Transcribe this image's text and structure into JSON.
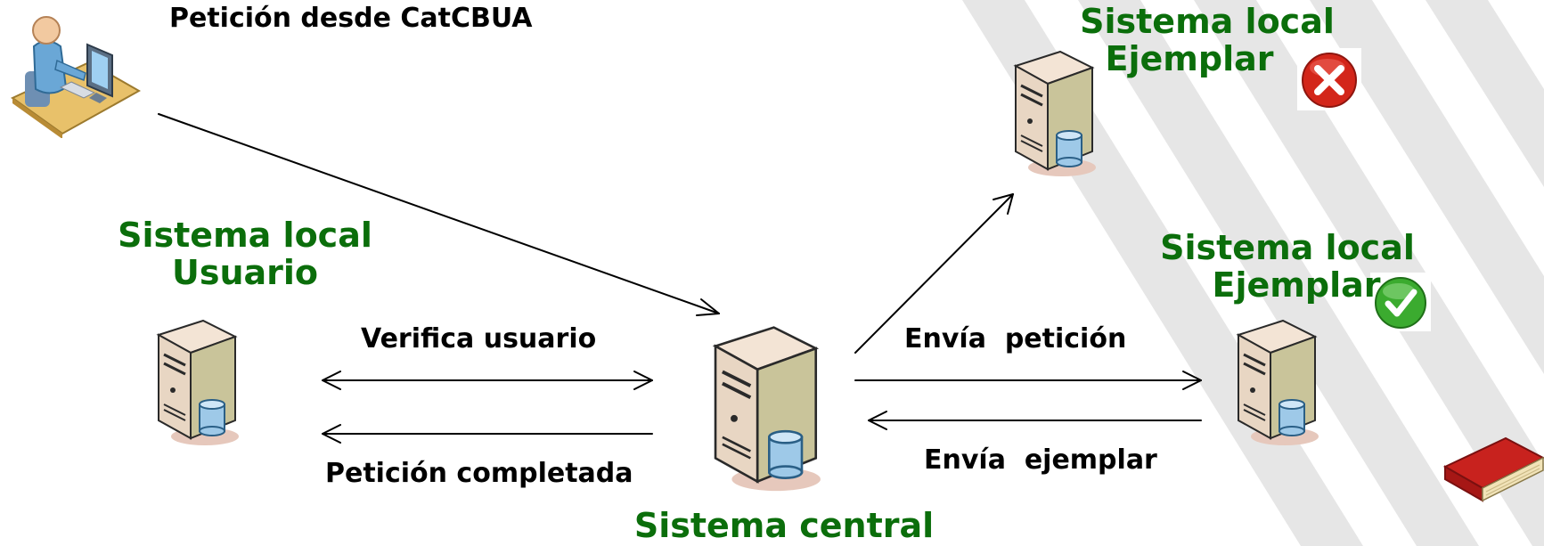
{
  "colors": {
    "green_label": "#0b6e0b",
    "stripe": "#e6e6e6",
    "arrow": "#000000",
    "error_badge": "#d3261a",
    "ok_badge": "#3bab2f",
    "book": "#c8221e"
  },
  "icons": {
    "user_workstation": "person-at-computer-icon",
    "server": "server-with-database-icon",
    "error_badge": "red-x-icon",
    "ok_badge": "green-check-icon",
    "book": "red-book-icon"
  },
  "labels": {
    "request_origin": "Petición desde CatCBUA",
    "user_system_line1": "Sistema local",
    "user_system_line2": "Usuario",
    "central_system": "Sistema central",
    "item_system_a_line1": "Sistema local",
    "item_system_a_line2": "Ejemplar",
    "item_system_b_line1": "Sistema local",
    "item_system_b_line2": "Ejemplar",
    "verify_user": "Verifica usuario",
    "request_completed": "Petición completada",
    "send_request": "Envía  petición",
    "send_item": "Envía  ejemplar"
  }
}
